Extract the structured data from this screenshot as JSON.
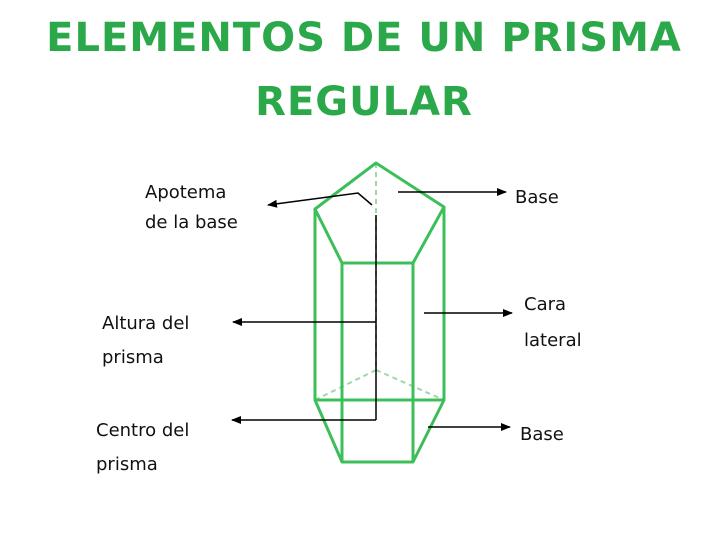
{
  "title": {
    "line1": "ELEMENTOS DE UN PRISMA",
    "line2": "REGULAR"
  },
  "labels": {
    "apotema": [
      "Apotema",
      "de la base"
    ],
    "altura": [
      "Altura del",
      "prisma"
    ],
    "centro": [
      "Centro del",
      "prisma"
    ],
    "base_top": "Base",
    "cara": [
      "Cara",
      "lateral"
    ],
    "base_bottom": "Base"
  },
  "colors": {
    "title": "#2aa84a",
    "edges": "#3cbf5a",
    "hidden_edges": "#9fd8a8",
    "arrows": "#000000"
  }
}
